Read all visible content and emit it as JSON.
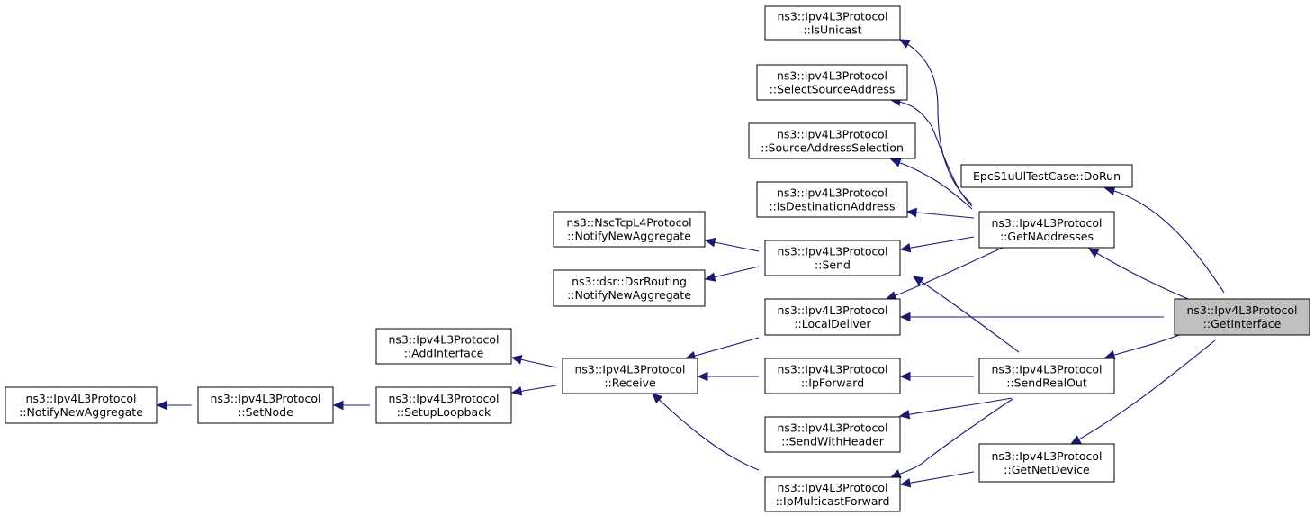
{
  "graph": {
    "type": "call-graph",
    "highlight_node": "get_interface",
    "colors": {
      "edge": "#191970",
      "node_border": "#000000",
      "highlight_fill": "#bfbfbf",
      "node_fill": "#ffffff"
    },
    "nodes": {
      "get_interface": {
        "line1": "ns3::Ipv4L3Protocol",
        "line2": "::GetInterface"
      },
      "is_unicast": {
        "line1": "ns3::Ipv4L3Protocol",
        "line2": "::IsUnicast"
      },
      "select_source_address": {
        "line1": "ns3::Ipv4L3Protocol",
        "line2": "::SelectSourceAddress"
      },
      "source_address_selection": {
        "line1": "ns3::Ipv4L3Protocol",
        "line2": "::SourceAddressSelection"
      },
      "epc_dorun": {
        "line1": "EpcS1uUlTestCase::DoRun"
      },
      "is_destination_address": {
        "line1": "ns3::Ipv4L3Protocol",
        "line2": "::IsDestinationAddress"
      },
      "get_naddresses": {
        "line1": "ns3::Ipv4L3Protocol",
        "line2": "::GetNAddresses"
      },
      "nsc_notify": {
        "line1": "ns3::NscTcpL4Protocol",
        "line2": "::NotifyNewAggregate"
      },
      "send": {
        "line1": "ns3::Ipv4L3Protocol",
        "line2": "::Send"
      },
      "dsr_notify": {
        "line1": "ns3::dsr::DsrRouting",
        "line2": "::NotifyNewAggregate"
      },
      "local_deliver": {
        "line1": "ns3::Ipv4L3Protocol",
        "line2": "::LocalDeliver"
      },
      "add_interface": {
        "line1": "ns3::Ipv4L3Protocol",
        "line2": "::AddInterface"
      },
      "receive": {
        "line1": "ns3::Ipv4L3Protocol",
        "line2": "::Receive"
      },
      "ip_forward": {
        "line1": "ns3::Ipv4L3Protocol",
        "line2": "::IpForward"
      },
      "send_real_out": {
        "line1": "ns3::Ipv4L3Protocol",
        "line2": "::SendRealOut"
      },
      "ipv4_notify": {
        "line1": "ns3::Ipv4L3Protocol",
        "line2": "::NotifyNewAggregate"
      },
      "set_node": {
        "line1": "ns3::Ipv4L3Protocol",
        "line2": "::SetNode"
      },
      "setup_loopback": {
        "line1": "ns3::Ipv4L3Protocol",
        "line2": "::SetupLoopback"
      },
      "send_with_header": {
        "line1": "ns3::Ipv4L3Protocol",
        "line2": "::SendWithHeader"
      },
      "get_net_device": {
        "line1": "ns3::Ipv4L3Protocol",
        "line2": "::GetNetDevice"
      },
      "ip_multicast_forward": {
        "line1": "ns3::Ipv4L3Protocol",
        "line2": "::IpMulticastForward"
      }
    },
    "edges": [
      {
        "from": "get_interface",
        "to": "epc_dorun"
      },
      {
        "from": "get_interface",
        "to": "get_naddresses"
      },
      {
        "from": "get_interface",
        "to": "local_deliver"
      },
      {
        "from": "get_interface",
        "to": "send_real_out"
      },
      {
        "from": "get_interface",
        "to": "get_net_device"
      },
      {
        "from": "get_naddresses",
        "to": "is_unicast"
      },
      {
        "from": "get_naddresses",
        "to": "select_source_address"
      },
      {
        "from": "get_naddresses",
        "to": "source_address_selection"
      },
      {
        "from": "get_naddresses",
        "to": "is_destination_address"
      },
      {
        "from": "get_naddresses",
        "to": "send"
      },
      {
        "from": "get_naddresses",
        "to": "local_deliver"
      },
      {
        "from": "send",
        "to": "nsc_notify"
      },
      {
        "from": "send",
        "to": "dsr_notify"
      },
      {
        "from": "send_real_out",
        "to": "send"
      },
      {
        "from": "send_real_out",
        "to": "ip_forward"
      },
      {
        "from": "send_real_out",
        "to": "send_with_header"
      },
      {
        "from": "send_real_out",
        "to": "ip_multicast_forward"
      },
      {
        "from": "get_net_device",
        "to": "ip_multicast_forward"
      },
      {
        "from": "local_deliver",
        "to": "receive"
      },
      {
        "from": "ip_forward",
        "to": "receive"
      },
      {
        "from": "ip_multicast_forward",
        "to": "receive"
      },
      {
        "from": "receive",
        "to": "add_interface"
      },
      {
        "from": "receive",
        "to": "setup_loopback"
      },
      {
        "from": "setup_loopback",
        "to": "set_node"
      },
      {
        "from": "set_node",
        "to": "ipv4_notify"
      }
    ]
  }
}
